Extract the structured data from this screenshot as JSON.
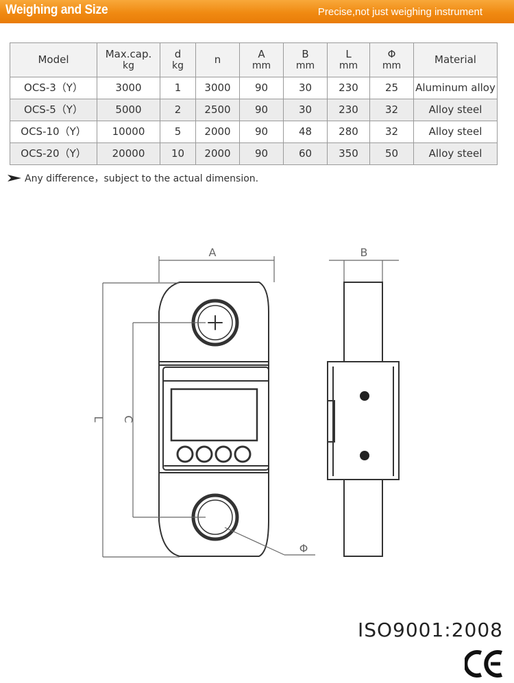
{
  "header": {
    "title": "Weighing and Size",
    "tagline": "Precise,not just weighing instrument"
  },
  "table": {
    "columns": [
      {
        "label": "Model",
        "unit": ""
      },
      {
        "label": "Max.cap.",
        "unit": "kg"
      },
      {
        "label": "d",
        "unit": "kg"
      },
      {
        "label": "n",
        "unit": ""
      },
      {
        "label": "A",
        "unit": "mm"
      },
      {
        "label": "B",
        "unit": "mm"
      },
      {
        "label": "L",
        "unit": "mm"
      },
      {
        "label": "Φ",
        "unit": "mm"
      },
      {
        "label": "Material",
        "unit": ""
      }
    ],
    "rows": [
      [
        "OCS-3（Y）",
        "3000",
        "1",
        "3000",
        "90",
        "30",
        "230",
        "25",
        "Aluminum alloy"
      ],
      [
        "OCS-5（Y）",
        "5000",
        "2",
        "2500",
        "90",
        "30",
        "230",
        "32",
        "Alloy steel"
      ],
      [
        "OCS-10（Y）",
        "10000",
        "5",
        "2000",
        "90",
        "48",
        "280",
        "32",
        "Alloy steel"
      ],
      [
        "OCS-20（Y）",
        "20000",
        "10",
        "2000",
        "90",
        "60",
        "350",
        "50",
        "Alloy steel"
      ]
    ]
  },
  "note": {
    "text": "Any difference，subject to the actual dimension.",
    "icon": "arrow-right-icon"
  },
  "drawing": {
    "label_A": "A",
    "label_B": "B",
    "label_L": "L",
    "label_C": "C",
    "label_phi": "Φ"
  },
  "certifications": {
    "iso": "ISO9001:2008",
    "ce_icon": "ce-mark-icon"
  },
  "colors": {
    "header_orange": "#f08a12",
    "table_border": "#9a9a9a",
    "line": "#333333"
  }
}
